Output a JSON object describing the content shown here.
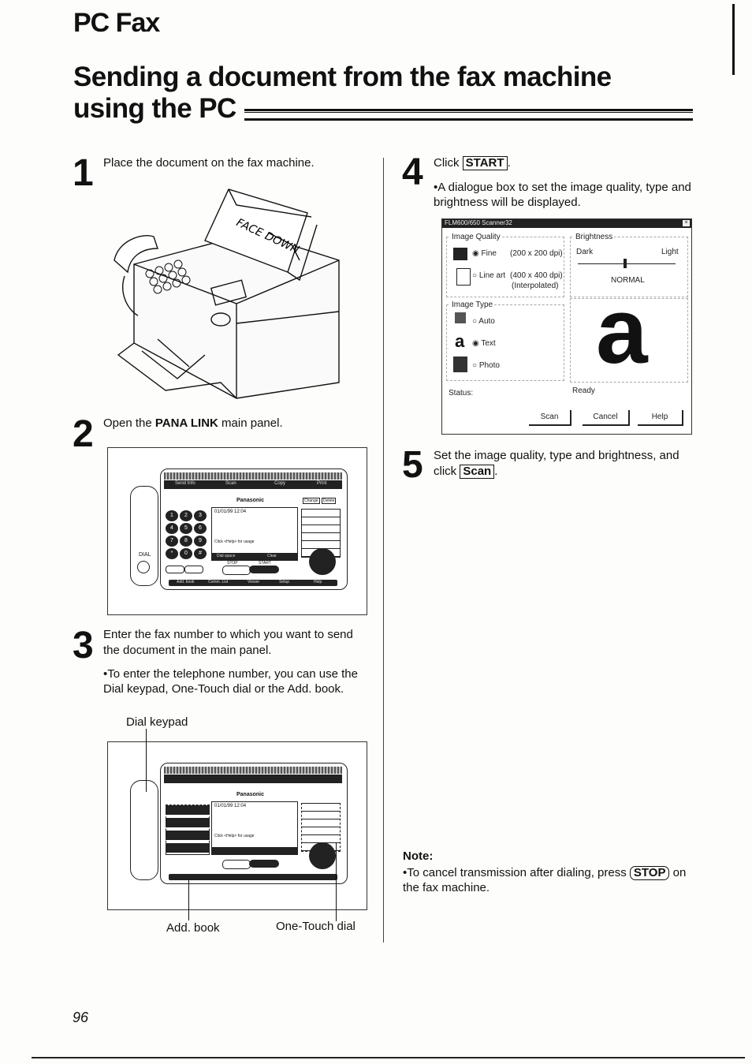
{
  "header": {
    "section": "PC Fax",
    "title_line1": "Sending a document from the fax machine",
    "title_line2": "using the PC"
  },
  "steps": {
    "s1": {
      "num": "1",
      "text": "Place the document on the fax machine.",
      "paper_label": "FACE DOWN"
    },
    "s2": {
      "num": "2",
      "text_before": "Open the ",
      "text_bold": "PANA LINK",
      "text_after": " main panel."
    },
    "s3": {
      "num": "3",
      "text": "Enter the fax number to which you want to send the document in the main panel.",
      "bullet": "To enter the telephone number, you can use the Dial keypad, One-Touch dial or the Add. book.",
      "callout_dial": "Dial keypad",
      "callout_addbook": "Add. book",
      "callout_onetouch": "One-Touch dial"
    },
    "s4": {
      "num": "4",
      "text_before": "Click ",
      "key": "START",
      "text_after": ".",
      "bullet": "A dialogue box to set the image quality, type and brightness will be displayed."
    },
    "s5": {
      "num": "5",
      "text_before": "Set the image quality, type and brightness, and click ",
      "key": "Scan",
      "text_after": "."
    }
  },
  "panel": {
    "tabs": [
      "Send Info",
      "Scan",
      "Copy",
      "Print"
    ],
    "brand": "Panasonic",
    "btn_change": "Change",
    "btn_delete": "Delete",
    "display_date": "01/01/99 12:04",
    "display_help": "Click <Help> for usage",
    "display_bar": [
      "Dial space",
      "Clear"
    ],
    "stop": "STOP",
    "start": "START",
    "dial": "DIAL",
    "keys": [
      "1",
      "2",
      "3",
      "4",
      "5",
      "6",
      "7",
      "8",
      "9",
      "*",
      "0",
      "#"
    ],
    "bottom_tabs": [
      "Add. book",
      "Comm. List",
      "Viewer",
      "Setup",
      "Help"
    ]
  },
  "dialog": {
    "title": "FLM600/650 Scanner32",
    "image_quality_label": "Image Quality",
    "fine": "Fine",
    "fine_dpi": "(200 x 200 dpi)",
    "line_art": "Line art",
    "line_art_dpi": "(400 x 400 dpi)",
    "interpolated": "(Interpolated)",
    "brightness_label": "Brightness",
    "dark": "Dark",
    "light": "Light",
    "normal": "NORMAL",
    "image_type_label": "Image Type",
    "auto": "Auto",
    "text": "Text",
    "photo": "Photo",
    "status_label": "Status:",
    "status_value": "Ready",
    "preview_letter": "a",
    "btn_scan": "Scan",
    "btn_cancel": "Cancel",
    "btn_help": "Help"
  },
  "note": {
    "heading": "Note:",
    "text_before": "To cancel transmission after dialing, press ",
    "key": "STOP",
    "text_after": " on the fax machine."
  },
  "footer": {
    "page_number": "96"
  }
}
